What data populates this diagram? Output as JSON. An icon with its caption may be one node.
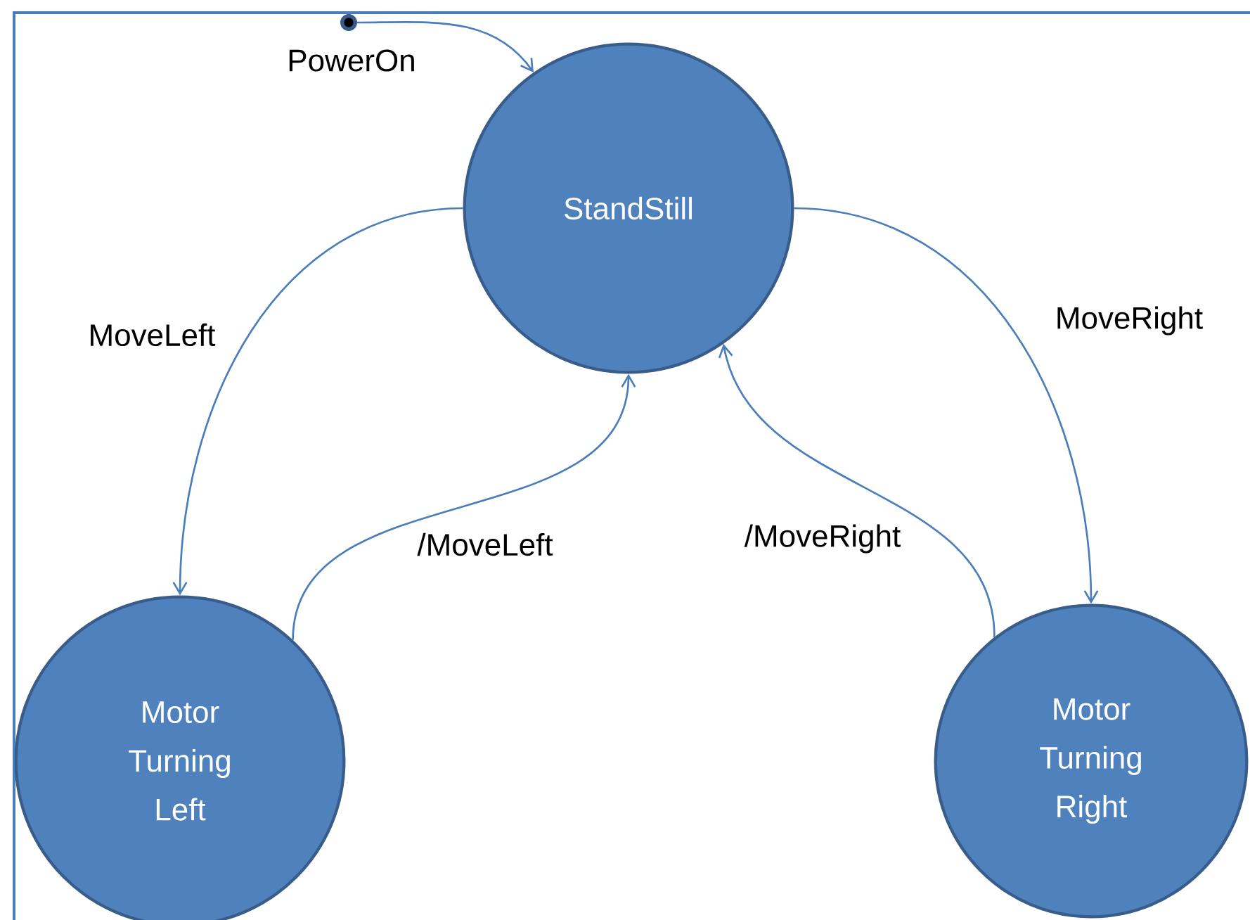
{
  "diagram": {
    "nodes": [
      {
        "text": [],
        "shape": "circle"
      },
      {
        "text": [
          "StandStill"
        ]
      },
      {
        "text": [
          "Motor Turning Left"
        ]
      },
      {
        "text": [
          "Motor Turning Right"
        ]
      }
    ],
    "edges": [
      {
        "from": 0,
        "to": 1,
        "arrow": "to",
        "label": "PowerOn"
      },
      {
        "from": 1,
        "to": 2,
        "arrow": "to",
        "label": "MoveLeft"
      },
      {
        "from": 2,
        "to": 1,
        "arrow": "to",
        "label": "/MoveLeft"
      },
      {
        "from": 1,
        "to": 3,
        "arrow": "to",
        "label": "MoveRight"
      },
      {
        "from": 3,
        "to": 1,
        "arrow": "to",
        "label": "/MoveRight"
      }
    ]
  }
}
